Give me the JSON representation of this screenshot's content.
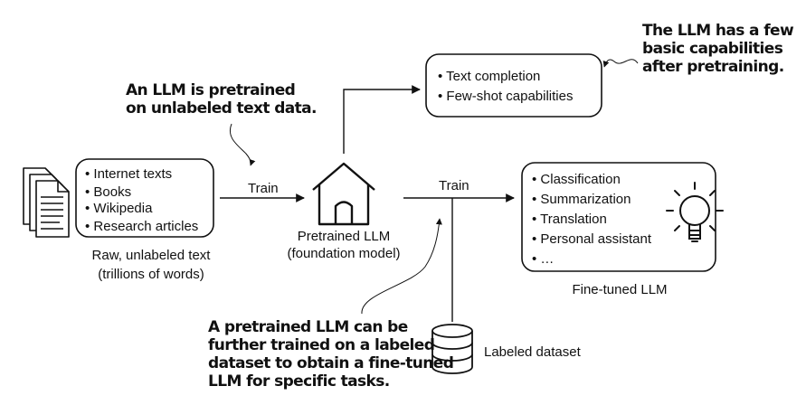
{
  "pretrain": {
    "source_items": [
      "Internet texts",
      "Books",
      "Wikipedia",
      "Research articles"
    ],
    "source_caption_line1": "Raw, unlabeled text",
    "source_caption_line2": "(trillions of words)",
    "train_label": "Train",
    "note_line1": "An LLM is pretrained",
    "note_line2": "on unlabeled text data."
  },
  "model": {
    "caption_line1": "Pretrained LLM",
    "caption_line2": "(foundation model)"
  },
  "capabilities": {
    "items": [
      "Text completion",
      "Few-shot capabilities"
    ],
    "note_line1": "The LLM has a few",
    "note_line2": "basic capabilities",
    "note_line3": "after pretraining."
  },
  "finetune": {
    "train_label": "Train",
    "dataset_label": "Labeled dataset",
    "items": [
      "Classification",
      "Summarization",
      "Translation",
      "Personal assistant",
      "…"
    ],
    "caption": "Fine-tuned LLM",
    "note_lines": [
      "A pretrained LLM can be",
      "further trained on a labeled",
      "dataset to obtain a fine-tuned",
      "LLM for specific tasks."
    ]
  }
}
